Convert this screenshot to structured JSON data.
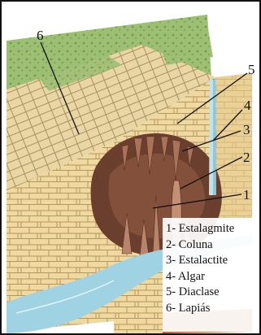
{
  "diagram": {
    "callouts": [
      {
        "number": "1",
        "target": "stalagmite"
      },
      {
        "number": "2",
        "target": "column"
      },
      {
        "number": "3",
        "target": "stalactite"
      },
      {
        "number": "4",
        "target": "algar"
      },
      {
        "number": "5",
        "target": "diaclase"
      },
      {
        "number": "6",
        "target": "lapias"
      }
    ],
    "legend": [
      "1- Estalagmite",
      "2- Coluna",
      "3- Estalactite",
      "4- Algar",
      "5- Diaclase",
      "6- Lapiás"
    ],
    "colors": {
      "limestone": "#efd9a0",
      "limestone_shadow": "#d9b978",
      "cave": "#6b3f2e",
      "cave_light": "#a8735a",
      "vegetation": "#8fb56a",
      "water": "#9fd3e3",
      "soil": "#b5653d",
      "border": "#111111"
    }
  }
}
